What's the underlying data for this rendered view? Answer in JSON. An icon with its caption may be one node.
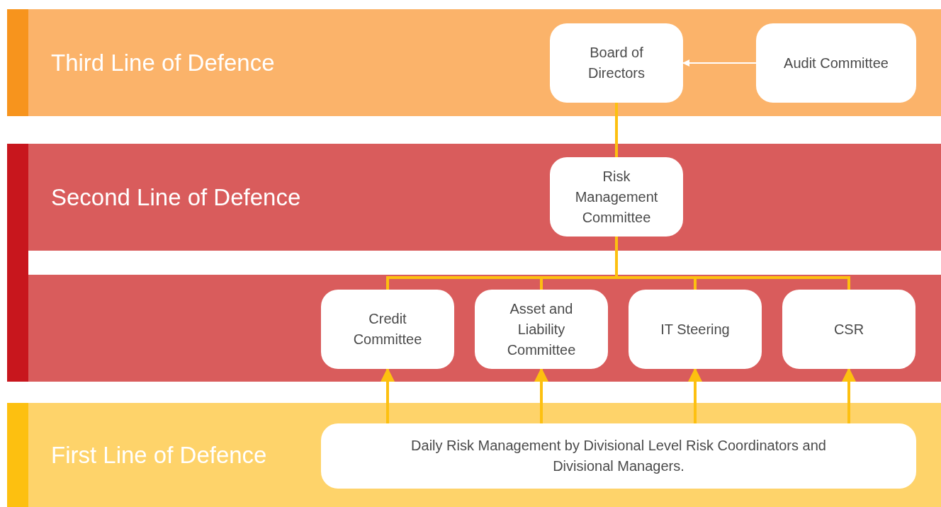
{
  "diagram": {
    "nodes": [
      {
        "text": [
          "Third Line of Defence"
        ]
      },
      {
        "text": [
          "Board of Directors"
        ],
        "in": 0
      },
      {
        "text": [
          "Audit Committee"
        ],
        "in": 0
      },
      {
        "text": [
          "Second Line of Defence"
        ]
      },
      {
        "text": [
          "Risk Management Committee"
        ],
        "in": 3
      },
      {
        "text": [],
        "shape": "bar"
      },
      {
        "text": [
          "Credit Committee"
        ],
        "in": 5
      },
      {
        "text": [
          "Asset and Liability Committee"
        ],
        "in": 5
      },
      {
        "text": [
          "IT Steering"
        ],
        "in": 5
      },
      {
        "text": [
          "CSR"
        ],
        "in": 5
      },
      {
        "text": [
          "First Line of Defence"
        ]
      },
      {
        "text": [
          "Daily Risk Management by Divisional Level Risk Coordinators and Divisional Managers."
        ],
        "in": 10
      }
    ],
    "edges": [
      {
        "from": 2,
        "to": 1,
        "arrow": "to",
        "color": "#ffffff"
      },
      {
        "from": 1,
        "to": 4,
        "arrow": "none"
      },
      {
        "from": 4,
        "to": 6,
        "arrow": "none"
      },
      {
        "from": 4,
        "to": 7,
        "arrow": "none"
      },
      {
        "from": 4,
        "to": 8,
        "arrow": "none"
      },
      {
        "from": 4,
        "to": 9,
        "arrow": "none"
      },
      {
        "from": 11,
        "to": 6,
        "arrow": "to"
      },
      {
        "from": 11,
        "to": 7,
        "arrow": "to"
      },
      {
        "from": 11,
        "to": 8,
        "arrow": "to"
      },
      {
        "from": 11,
        "to": 9,
        "arrow": "to"
      }
    ]
  }
}
